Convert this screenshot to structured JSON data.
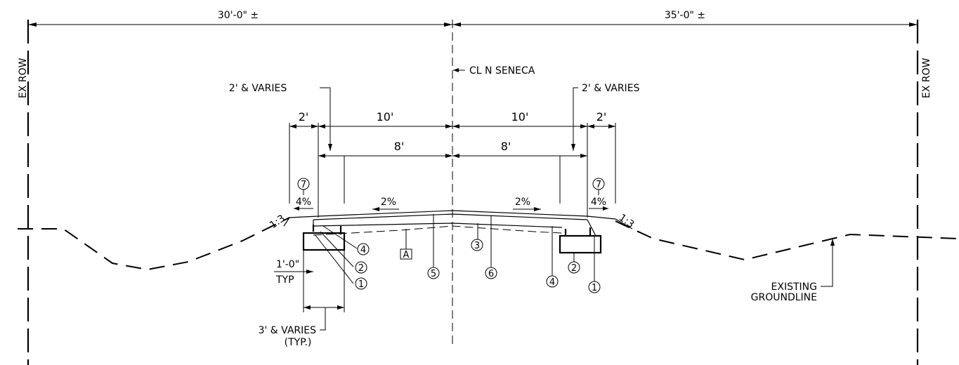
{
  "dims": {
    "left_total": "30'-0\" ±",
    "right_total": "35'-0\" ±",
    "left_shoulder": "2'",
    "left_lane": "10'",
    "left_inner": "8'",
    "right_inner": "8'",
    "right_lane": "10'",
    "right_shoulder": "2'",
    "offset": "1'-0\"",
    "offset_note": "TYP",
    "width_note_1": "3' & VARIES",
    "width_note_2": "(TYP.)"
  },
  "labels": {
    "row_left": "EX ROW",
    "row_right": "EX ROW",
    "centerline": "CL N SENECA",
    "varies_left": "2' & VARIES",
    "varies_right": "2' & VARIES",
    "existing_1": "EXISTING",
    "existing_2": "GROUNDLINE"
  },
  "slopes": {
    "left_shoulder": "4%",
    "right_shoulder": "4%",
    "left_lane": "2%",
    "right_lane": "2%",
    "left_side": "1:3",
    "right_side": "1:3"
  },
  "callouts": {
    "c1": "1",
    "c2": "2",
    "c3": "3",
    "c4": "4",
    "c5": "5",
    "c6": "6",
    "c7": "7",
    "box": "A"
  }
}
